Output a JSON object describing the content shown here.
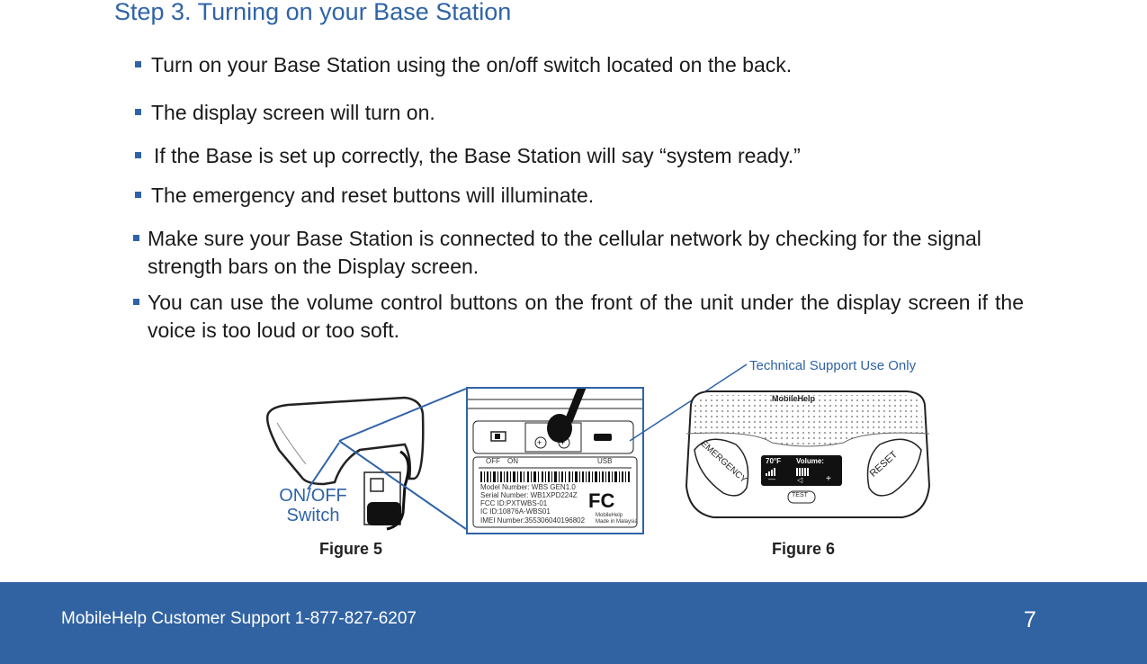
{
  "page": {
    "title": "Step 3. Turning on your Base Station",
    "bullets": [
      "Turn on your Base Station using the on/off switch located on the back.",
      "The display screen will turn on.",
      "If the Base is set up correctly, the Base Station will say “system ready.”",
      "The emergency and reset buttons will illuminate.",
      "Make sure your Base Station is connected to the cellular network by checking for the signal strength bars on the Display screen.",
      "You can use the volume control buttons on the front of the unit under the display screen if the voice is too loud or too soft."
    ]
  },
  "figure5": {
    "caption": "Figure 5",
    "callout": "ON/OFF",
    "callout2": "Switch",
    "label": {
      "switch_off": "OFF",
      "switch_on": "ON",
      "usb": "USB",
      "model": "Model Number: WBS GEN1.0",
      "serial": "Serial Number: WB1XPD224Z",
      "fcc": "FCC ID:PXTWBS-01",
      "ic": "IC ID:10876A-WBS01",
      "imei": "IMEI Number:355306040196802",
      "fcc_logo": "FC",
      "maker": "MobileHelp",
      "origin": "Made in Malaysia"
    }
  },
  "figure6": {
    "caption": "Figure 6",
    "callout": "Technical Support Use Only",
    "brand": "MobileHelp",
    "buttons": {
      "emergency": "EMERGENCY",
      "reset": "RESET",
      "test": "TEST"
    },
    "display": {
      "temperature": "70°F",
      "volume_label": "Volume:",
      "minus": "—",
      "plus": "+"
    }
  },
  "footer": {
    "support": "MobileHelp Customer Support 1-877-827-6207",
    "page_number": "7"
  },
  "colors": {
    "accent": "#2f63a7",
    "footer": "#3163a3"
  }
}
